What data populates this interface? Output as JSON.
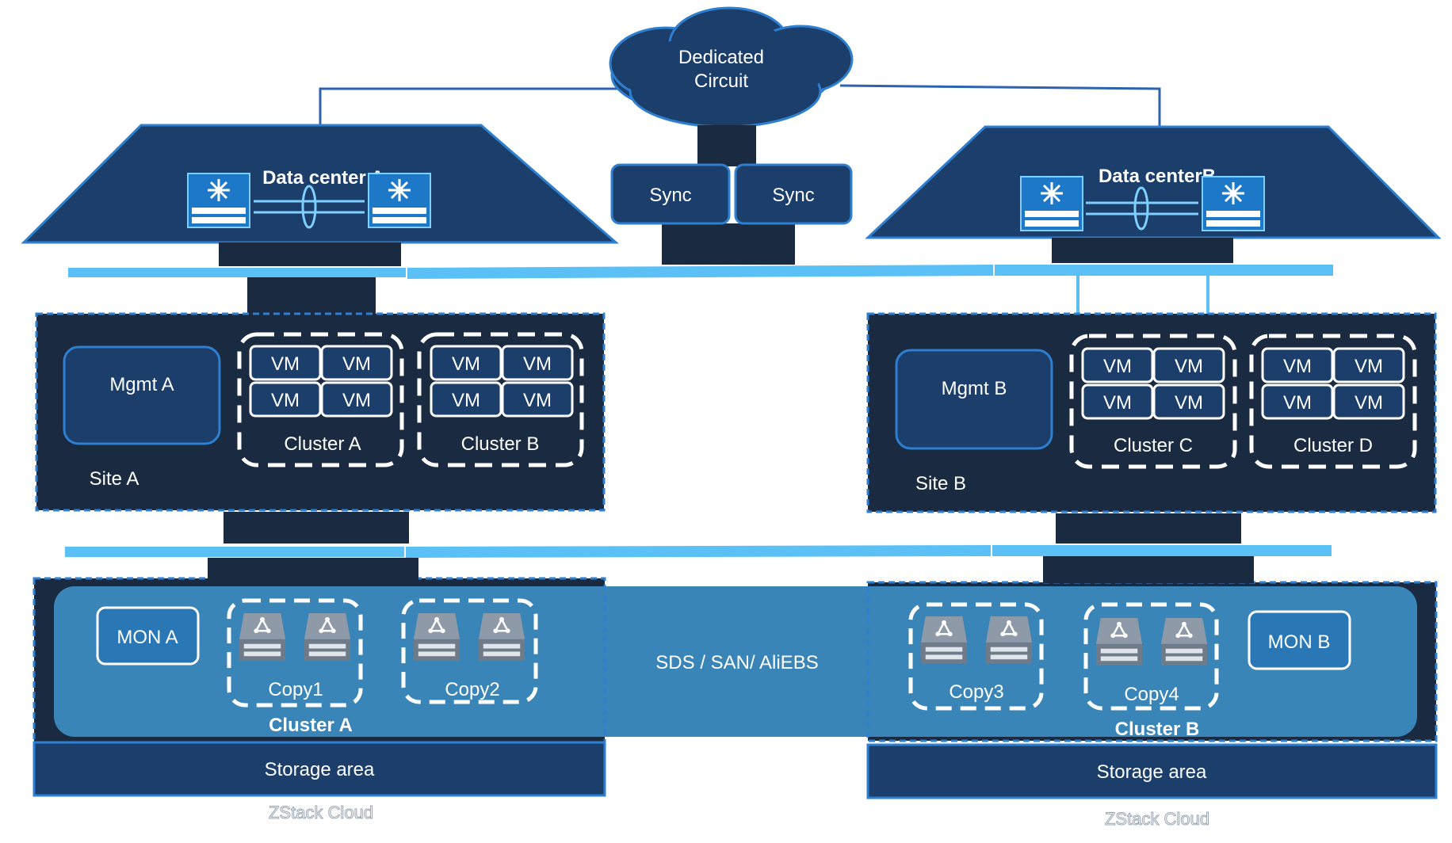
{
  "cloud": {
    "line1": "Dedicated",
    "line2": "Circuit"
  },
  "sync": [
    "Sync",
    "Sync"
  ],
  "datacenters": [
    {
      "title": "Data center A"
    },
    {
      "title": "Data centerB"
    }
  ],
  "sites": [
    {
      "label": "Site A",
      "mgmt": "Mgmt A",
      "clusters": [
        {
          "label": "Cluster A",
          "vms": [
            "VM",
            "VM",
            "VM",
            "VM"
          ]
        },
        {
          "label": "Cluster B",
          "vms": [
            "VM",
            "VM",
            "VM",
            "VM"
          ]
        }
      ]
    },
    {
      "label": "Site B",
      "mgmt": "Mgmt B",
      "clusters": [
        {
          "label": "Cluster C",
          "vms": [
            "VM",
            "VM",
            "VM",
            "VM"
          ]
        },
        {
          "label": "Cluster D",
          "vms": [
            "VM",
            "VM",
            "VM",
            "VM"
          ]
        }
      ]
    }
  ],
  "storage": {
    "center_label": "SDS / SAN/ AliEBS",
    "left": {
      "mon": "MON A",
      "copies": [
        "Copy1",
        "Copy2"
      ],
      "cluster": "Cluster A",
      "area": "Storage area",
      "brand": "ZStack Cloud"
    },
    "right": {
      "mon": "MON B",
      "copies": [
        "Copy3",
        "Copy4"
      ],
      "cluster": "Cluster B",
      "area": "Storage area",
      "brand": "ZStack Cloud"
    }
  },
  "colors": {
    "navy": "#1b3e6a",
    "dark": "#1a2a40",
    "light_blue": "#5bc0f5",
    "mid_blue": "#3a85b8",
    "accent": "#2f7fd1"
  }
}
